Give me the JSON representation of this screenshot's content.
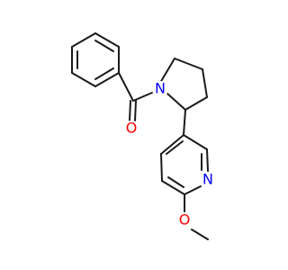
{
  "structure": {
    "atoms": [
      {
        "id": "O_carbonyl",
        "symbol": "O",
        "color": "#ff0000"
      },
      {
        "id": "N_pyrrolidine",
        "symbol": "N",
        "color": "#0000ff"
      },
      {
        "id": "N_pyridine",
        "symbol": "N",
        "color": "#0000ff"
      },
      {
        "id": "O_methoxy",
        "symbol": "O",
        "color": "#ff0000"
      }
    ],
    "bond_color": "#1a1a1a"
  }
}
